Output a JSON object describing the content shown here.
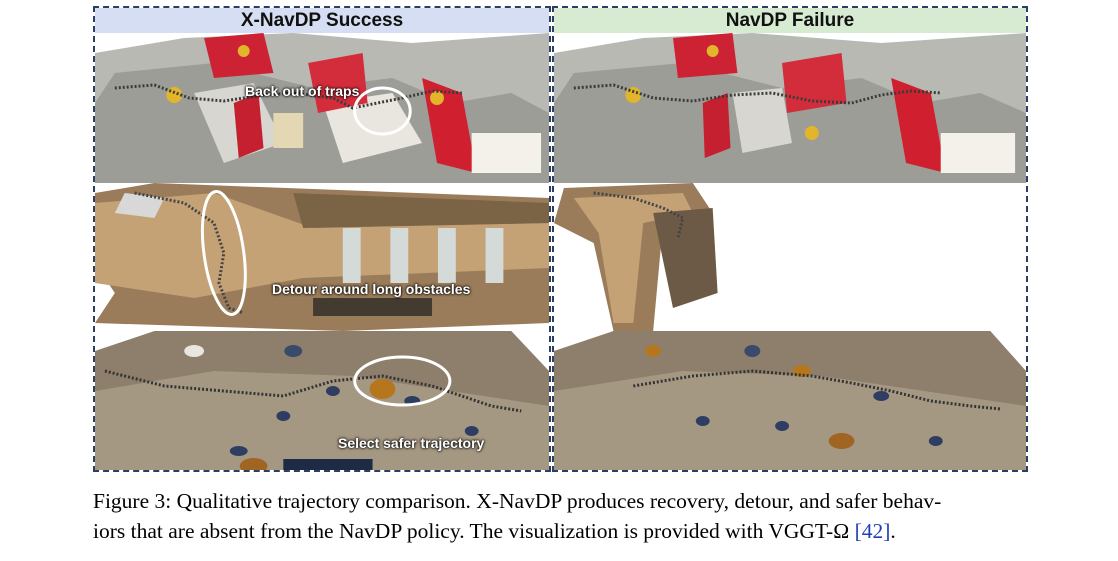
{
  "panels": {
    "left_title": "X-NavDP Success",
    "right_title": "NavDP Failure"
  },
  "annotations": {
    "traps": "Back out of traps",
    "detour": "Detour around long obstacles",
    "safer": "Select safer trajectory"
  },
  "caption": {
    "label": "Figure 3:",
    "text_line1": " Qualitative trajectory comparison. X-NavDP produces recovery, detour, and safer behav-",
    "text_line2": "iors that are absent from the NavDP policy. The visualization is provided with VGGT-Ω ",
    "citation": "[42]",
    "end": "."
  },
  "colors": {
    "border": "#2b3f63",
    "left_header": "#d5def2",
    "right_header": "#d6ebd1",
    "citation": "#1f3fb5"
  }
}
